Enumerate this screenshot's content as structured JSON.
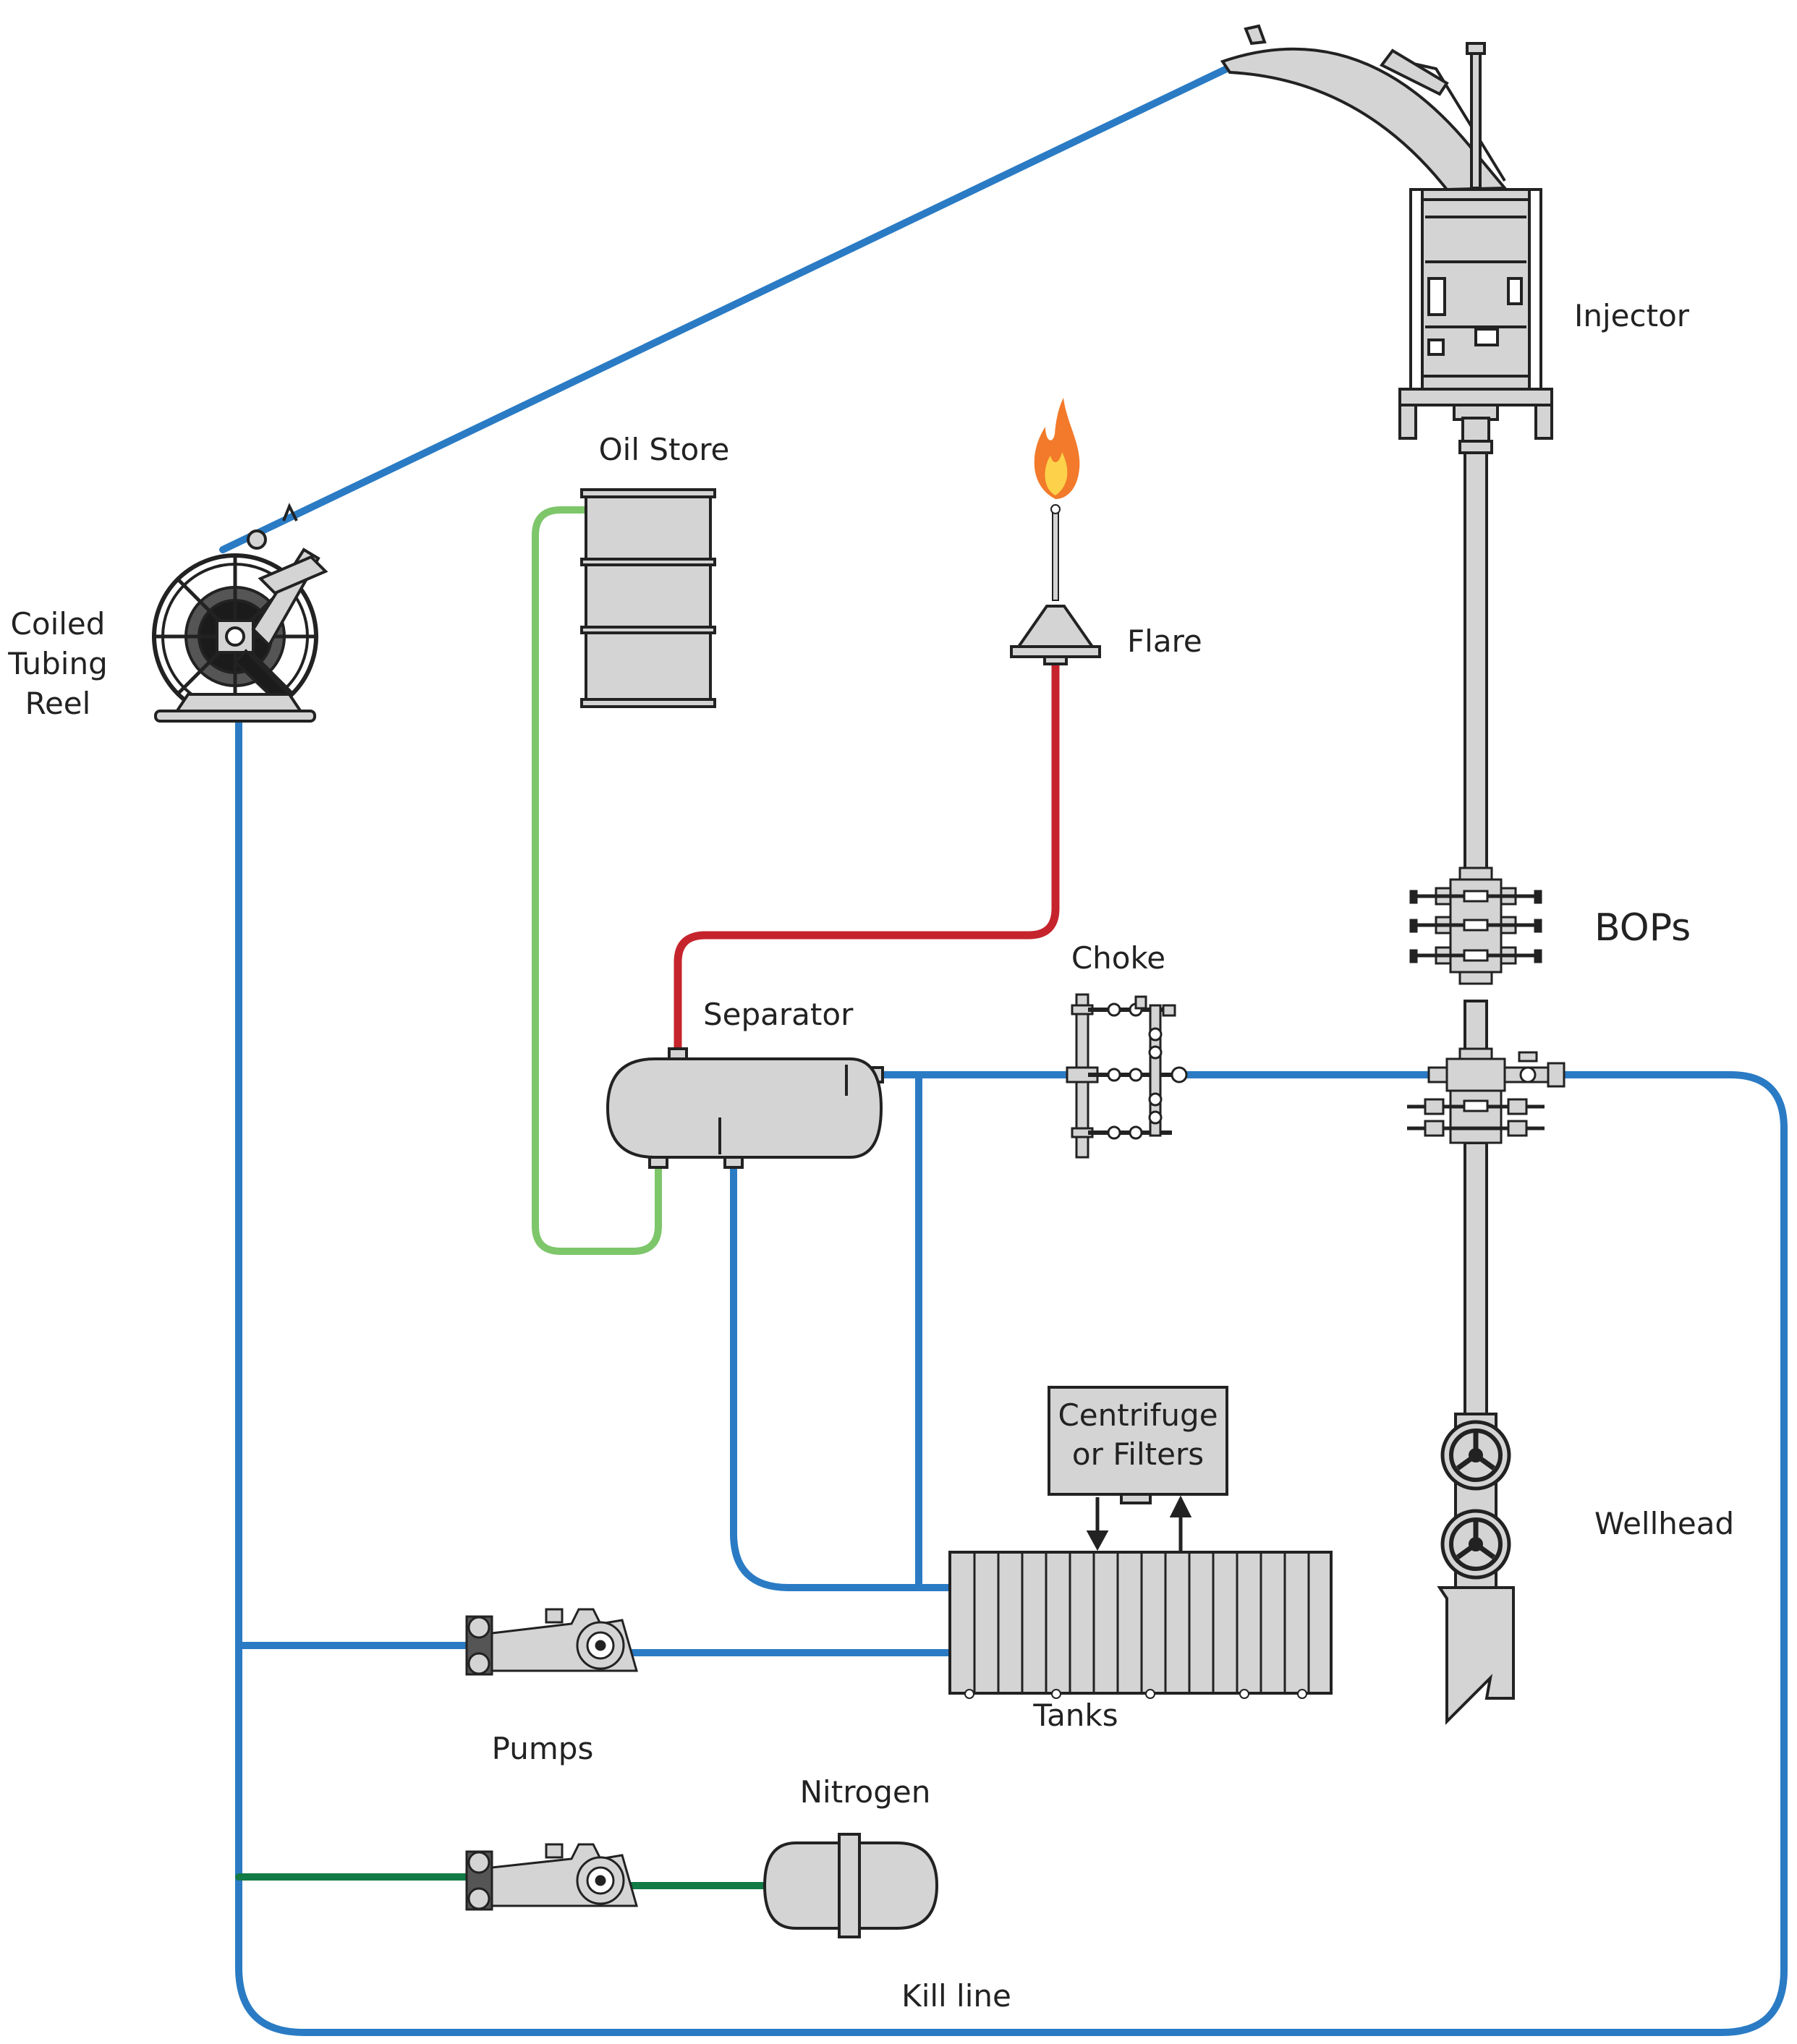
{
  "labels": {
    "coiled_tubing_reel": [
      "Coiled",
      "Tubing",
      "Reel"
    ],
    "oil_store": "Oil Store",
    "flare": "Flare",
    "injector": "Injector",
    "bops": "BOPs",
    "choke": "Choke",
    "separator": "Separator",
    "centrifuge": [
      "Centrifuge",
      "or Filters"
    ],
    "wellhead": "Wellhead",
    "tanks": "Tanks",
    "pumps": "Pumps",
    "nitrogen": "Nitrogen",
    "kill_line": "Kill line"
  },
  "colors": {
    "water_line": "#2a7bc4",
    "gas_line": "#c6242d",
    "oil_line": "#7dc66a",
    "nitrogen_line": "#117a45",
    "equipment_fill": "#d4d4d4",
    "equipment_stroke": "#222222",
    "flame_outer": "#f27a2a",
    "flame_inner": "#fdd24a"
  }
}
